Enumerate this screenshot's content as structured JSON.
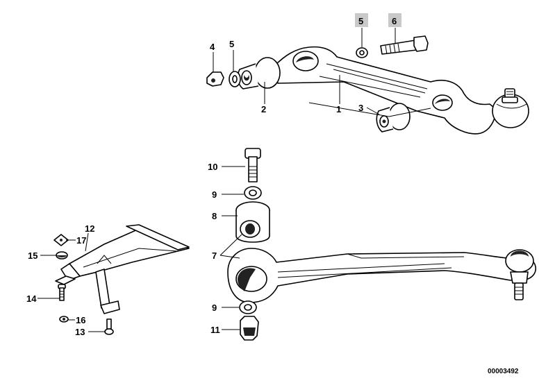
{
  "diagram_ref": "00003492",
  "callouts": {
    "c1": "1",
    "c2": "2",
    "c3": "3",
    "c4": "4",
    "c5a": "5",
    "c5b": "5",
    "c6": "6",
    "c7": "7",
    "c8": "8",
    "c9a": "9",
    "c9b": "9",
    "c10": "10",
    "c11": "11",
    "c12": "12",
    "c13": "13",
    "c14": "14",
    "c15": "15",
    "c16": "16",
    "c17": "17"
  },
  "highlighted_callouts": [
    "5",
    "6"
  ],
  "colors": {
    "highlight": "#c9c9c9",
    "line": "#000000",
    "background": "#ffffff"
  }
}
